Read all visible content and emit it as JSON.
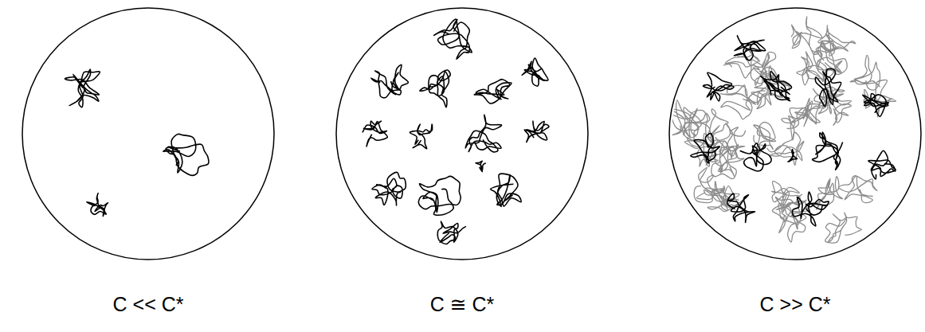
{
  "diagram": {
    "nodes": [
      {
        "text": [
          "C << C*"
        ]
      },
      {
        "text": [
          "C ≅ C*"
        ]
      },
      {
        "text": [
          "C >> C*"
        ]
      }
    ]
  }
}
